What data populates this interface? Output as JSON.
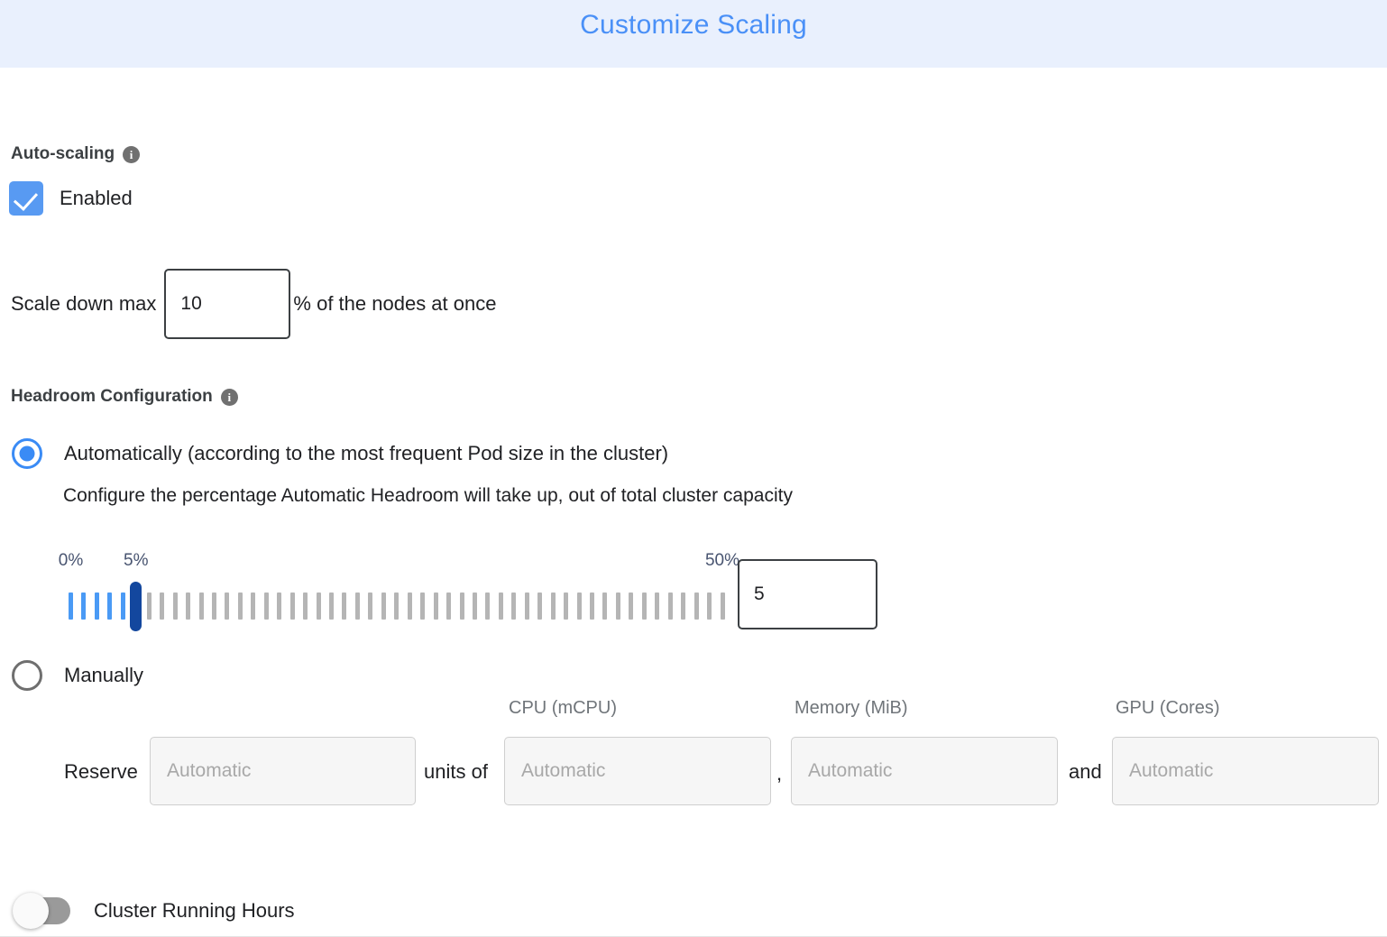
{
  "header": {
    "title": "Customize Scaling",
    "title_color": "#4a90f7",
    "background_color": "#e9f0fd"
  },
  "auto_scaling": {
    "section_label": "Auto-scaling",
    "info_icon": "info-icon",
    "info_glyph": "i",
    "enabled_label": "Enabled",
    "enabled_checked": true,
    "checkbox_color": "#589af2",
    "scale_down": {
      "pre_label": "Scale down max",
      "value": "10",
      "post_label": "% of the nodes at once"
    }
  },
  "headroom": {
    "section_label": "Headroom Configuration",
    "info_glyph": "i",
    "mode_automatic": {
      "label": "Automatically (according to the most frequent Pod size in the cluster)",
      "selected": true,
      "description": "Configure the percentage Automatic Headroom will take up, out of total cluster capacity",
      "slider": {
        "min_label": "0%",
        "current_label": "5%",
        "max_label": "50%",
        "min": 0,
        "max": 50,
        "value": 5,
        "tick_count": 51,
        "filled_color": "#4a9af5",
        "empty_color": "#b5b5b5",
        "thumb_color": "#13479e"
      },
      "value_input": "5"
    },
    "mode_manual": {
      "label": "Manually",
      "selected": false,
      "reserve_label": "Reserve",
      "units_of_label": "units of",
      "comma_label": ",",
      "and_label": "and",
      "columns": [
        {
          "header": "",
          "placeholder": "Automatic",
          "name": "units"
        },
        {
          "header": "CPU (mCPU)",
          "placeholder": "Automatic",
          "name": "cpu"
        },
        {
          "header": "Memory (MiB)",
          "placeholder": "Automatic",
          "name": "memory"
        },
        {
          "header": "GPU (Cores)",
          "placeholder": "Automatic",
          "name": "gpu"
        }
      ]
    }
  },
  "cluster_running_hours": {
    "label": "Cluster Running Hours",
    "enabled": false
  }
}
